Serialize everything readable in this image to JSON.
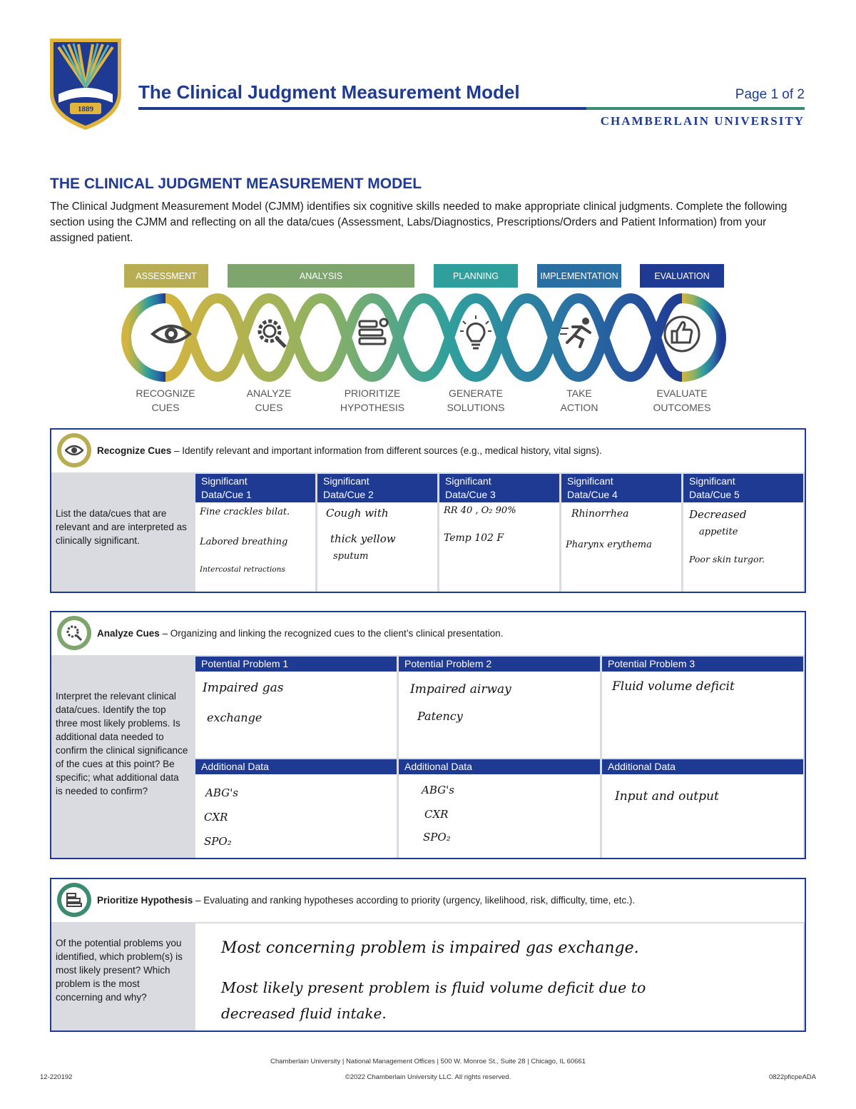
{
  "header": {
    "title": "The Clinical Judgment Measurement Model",
    "page": "Page 1 of 2",
    "university": "CHAMBERLAIN UNIVERSITY",
    "crest_year": "1889",
    "colors": {
      "navy": "#1f3a93",
      "green": "#3d8c72",
      "gold": "#e1b53c"
    }
  },
  "intro": {
    "heading": "THE CLINICAL JUDGMENT MEASUREMENT MODEL",
    "body": "The Clinical Judgment Measurement Model (CJMM) identifies six cognitive skills needed to make appropriate clinical judgments. Complete the following section using the CJMM and reflecting on all the data/cues (Assessment, Labs/Diagnostics, Prescriptions/Orders and Patient Information) from your assigned patient."
  },
  "diagram": {
    "phases": [
      {
        "label": "ASSESSMENT",
        "color": "#b8ad52"
      },
      {
        "label": "ANALYSIS",
        "color": "#7ea56e"
      },
      {
        "label": "PLANNING",
        "color": "#2f9f9d"
      },
      {
        "label": "IMPLEMENTATION",
        "color": "#2a6fa4"
      },
      {
        "label": "EVALUATION",
        "color": "#1f3a93"
      }
    ],
    "steps": [
      {
        "line1": "RECOGNIZE",
        "line2": "CUES",
        "icon": "eye-icon"
      },
      {
        "line1": "ANALYZE",
        "line2": "CUES",
        "icon": "magnifier-gear-icon"
      },
      {
        "line1": "PRIORITIZE",
        "line2": "HYPOTHESIS",
        "icon": "list-icon"
      },
      {
        "line1": "GENERATE",
        "line2": "SOLUTIONS",
        "icon": "lightbulb-icon"
      },
      {
        "line1": "TAKE",
        "line2": "ACTION",
        "icon": "runner-icon"
      },
      {
        "line1": "EVALUATE",
        "line2": "OUTCOMES",
        "icon": "thumbs-up-icon"
      }
    ]
  },
  "recognize": {
    "title": "Recognize Cues",
    "desc": " – Identify relevant and important information from different sources (e.g., medical history, vital signs).",
    "prompt": "List the data/cues that are relevant and are interpreted as clinically significant.",
    "columns": [
      {
        "h1": "Significant",
        "h2": "Data/Cue 1",
        "lines": [
          "Fine crackles bilat.",
          "Labored breathing",
          "Intercostal retractions"
        ]
      },
      {
        "h1": "Significant",
        "h2": "Data/Cue 2",
        "lines": [
          "Cough with",
          "thick yellow",
          "sputum"
        ]
      },
      {
        "h1": "Significant",
        "h2": "Data/Cue 3",
        "lines": [
          "RR 40 , O₂ 90%",
          "Temp 102 F"
        ]
      },
      {
        "h1": "Significant",
        "h2": "Data/Cue 4",
        "lines": [
          "Rhinorrhea",
          "Pharynx erythema"
        ]
      },
      {
        "h1": "Significant",
        "h2": "Data/Cue 5",
        "lines": [
          "Decreased",
          "appetite",
          "Poor skin turgor."
        ]
      }
    ]
  },
  "analyze": {
    "title": "Analyze Cues",
    "desc": " – Organizing and linking the recognized cues to the client’s clinical presentation.",
    "prompt": "Interpret the relevant clinical data/cues. Identify the top three most likely problems. Is additional data needed to confirm the clinical significance of the cues at this point? Be specific; what additional data is needed to confirm?",
    "problems": [
      {
        "head": "Potential Problem 1",
        "lines": [
          "Impaired gas",
          "exchange"
        ],
        "add_head": "Additional Data",
        "add": [
          "ABG's",
          "CXR",
          "SPO₂"
        ]
      },
      {
        "head": "Potential Problem 2",
        "lines": [
          "Impaired airway",
          "Patency"
        ],
        "add_head": "Additional Data",
        "add": [
          "ABG's",
          "CXR",
          "SPO₂"
        ]
      },
      {
        "head": "Potential Problem 3",
        "lines": [
          "Fluid volume deficit"
        ],
        "add_head": "Additional Data",
        "add": [
          "Input and output"
        ]
      }
    ]
  },
  "prioritize": {
    "title": "Prioritize Hypothesis",
    "desc": " – Evaluating and ranking hypotheses according to priority (urgency, likelihood, risk, difficulty, time, etc.).",
    "prompt": "Of the potential problems you identified, which problem(s) is most likely present? Which problem is the most concerning and why?",
    "answer": [
      "Most concerning problem is impaired gas exchange.",
      "Most likely present problem is fluid volume deficit due to",
      "decreased fluid intake."
    ]
  },
  "footer": {
    "address": "Chamberlain University | National Management Offices | 500 W. Monroe St., Suite 28 | Chicago, IL 60661",
    "copyright": "©2022 Chamberlain University LLC. All rights reserved.",
    "code_left": "12-220192",
    "code_right": "0822pficpeADA"
  }
}
